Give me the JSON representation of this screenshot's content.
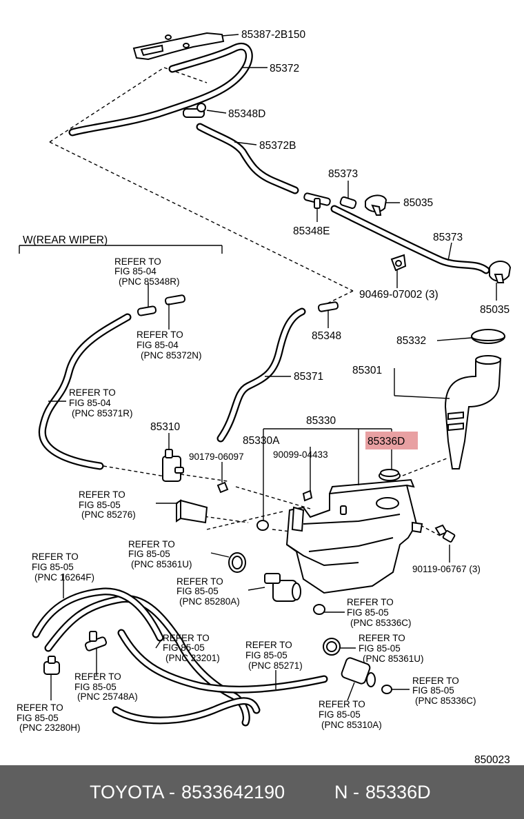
{
  "parts": {
    "p85387_2B150": "85387-2B150",
    "p85372": "85372",
    "p85348D": "85348D",
    "p85372B": "85372B",
    "p85373_top": "85373",
    "p85035_top": "85035",
    "p85348E": "85348E",
    "p85373": "85373",
    "p90469": "90469-07002 (3)",
    "p85035": "85035",
    "p85348": "85348",
    "p85332": "85332",
    "p85301": "85301",
    "p85371": "85371",
    "p85330": "85330",
    "p85310": "85310",
    "p85330A": "85330A",
    "p85336D": "85336D",
    "p90179": "90179-06097",
    "p90099": "90099-04433",
    "p90119": "90119-06767 (3)",
    "rear_wiper": "W(REAR WIPER)",
    "diagram_no": "850023"
  },
  "refs": [
    {
      "l1": "REFER TO",
      "l2": "FIG 85-04",
      "l3": "(PNC 85348R)"
    },
    {
      "l1": "REFER TO",
      "l2": "FIG 85-04",
      "l3": "(PNC 85372N)"
    },
    {
      "l1": "REFER TO",
      "l2": "FIG 85-04",
      "l3": "(PNC 85371R)"
    },
    {
      "l1": "REFER TO",
      "l2": "FIG 85-05",
      "l3": "(PNC 85276)"
    },
    {
      "l1": "REFER TO",
      "l2": "FIG 85-05",
      "l3": "(PNC 85361U)"
    },
    {
      "l1": "REFER TO",
      "l2": "FIG 85-05",
      "l3": "(PNC 16264F)"
    },
    {
      "l1": "REFER TO",
      "l2": "FIG 85-05",
      "l3": "(PNC 85280A)"
    },
    {
      "l1": "REFER TO",
      "l2": "FIG 85-05",
      "l3": "(PNC 85336C)"
    },
    {
      "l1": "REFER TO",
      "l2": "FIG 85-05",
      "l3": "(PNC 23201)"
    },
    {
      "l1": "REFER TO",
      "l2": "FIG 85-05",
      "l3": "(PNC 85271)"
    },
    {
      "l1": "REFER TO",
      "l2": "FIG 85-05",
      "l3": "(PNC 85361U)"
    },
    {
      "l1": "REFER TO",
      "l2": "FIG 85-05",
      "l3": "(PNC 25748A)"
    },
    {
      "l1": "REFER TO",
      "l2": "FIG 85-05",
      "l3": "(PNC 85336C)"
    },
    {
      "l1": "REFER TO",
      "l2": "FIG 85-05",
      "l3": "(PNC 23280H)"
    },
    {
      "l1": "REFER TO",
      "l2": "FIG 85-05",
      "l3": "(PNC 85310A)"
    }
  ],
  "footer": {
    "brand": "TOYOTA",
    "sep1": "-",
    "part_number": "8533642190",
    "n_label": "N",
    "sep2": "-",
    "pnc": "85336D"
  },
  "colors": {
    "highlight": "#e8a0a2",
    "footer_bg": "#5f5f5f",
    "footer_text": "#ffffff"
  }
}
